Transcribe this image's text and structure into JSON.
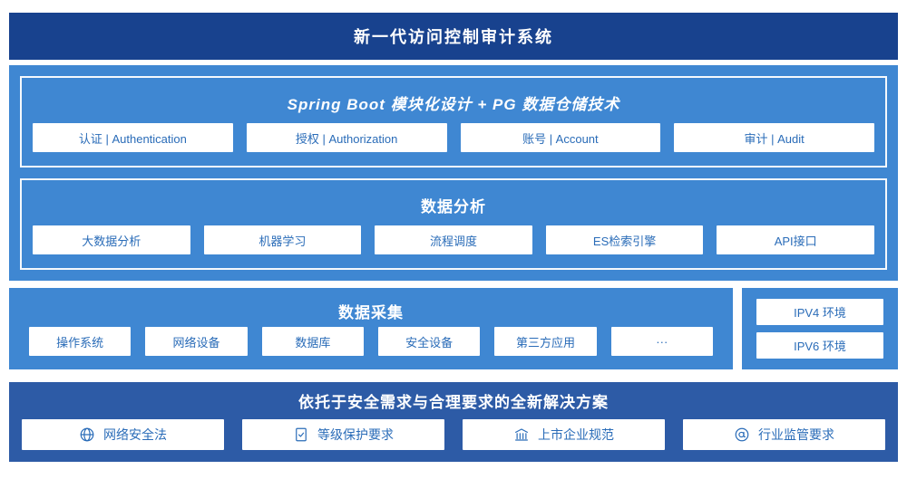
{
  "header": {
    "title": "新一代访问控制审计系统"
  },
  "platform": {
    "module_section": {
      "title_latin1": "Spring Boot",
      "title_mid": "模块化设计 +",
      "title_latin2": "PG",
      "title_tail": "数据仓储技术",
      "items": [
        "认证 | Authentication",
        "授权 | Authorization",
        "账号 | Account",
        "审计 | Audit"
      ]
    },
    "analysis_section": {
      "title": "数据分析",
      "items": [
        "大数据分析",
        "机器学习",
        "流程调度",
        "ES检索引擎",
        "API接口"
      ]
    }
  },
  "collection": {
    "title": "数据采集",
    "items": [
      "操作系统",
      "网络设备",
      "数据库",
      "安全设备",
      "第三方应用",
      "···"
    ]
  },
  "environment": {
    "items": [
      "IPV4 环境",
      "IPV6 环境"
    ]
  },
  "solution": {
    "title": "依托于安全需求与合理要求的全新解决方案",
    "items": [
      {
        "icon": "globe-icon",
        "label": "网络安全法"
      },
      {
        "icon": "document-check-icon",
        "label": "等级保护要求"
      },
      {
        "icon": "bank-building-icon",
        "label": "上市企业规范"
      },
      {
        "icon": "supervision-badge-icon",
        "label": "行业监管要求"
      }
    ]
  },
  "colors": {
    "header_navy": "#18428e",
    "mid_blue": "#3f87d2",
    "solution_blue": "#2d5ba6",
    "box_text_blue": "#2a6cb8",
    "background": "#ffffff"
  }
}
